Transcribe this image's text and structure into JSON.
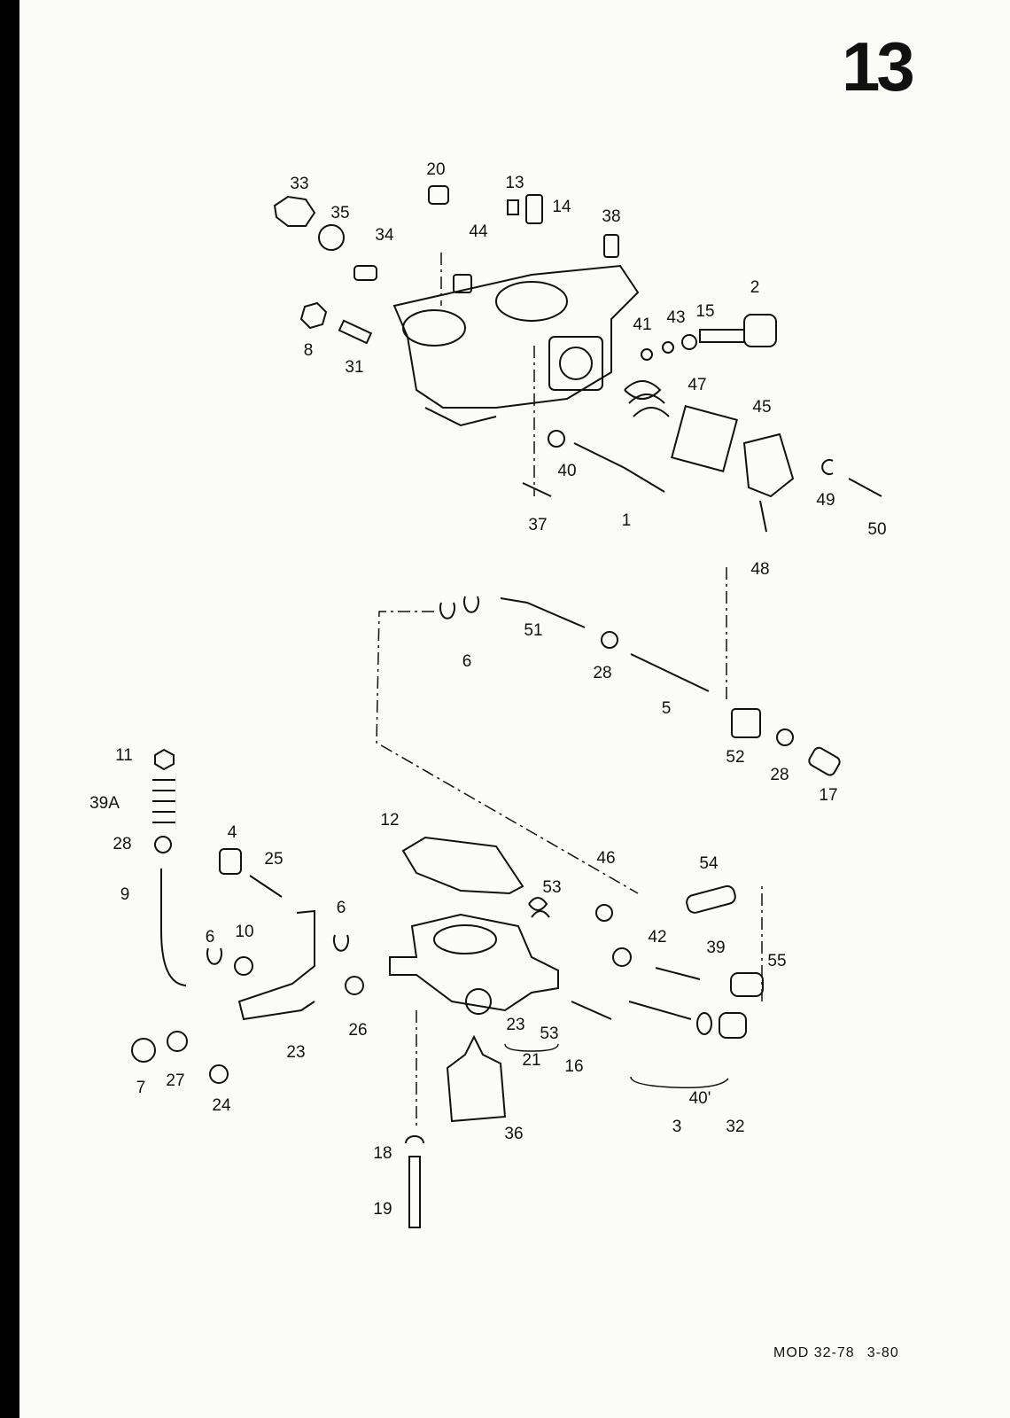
{
  "page_number": "13",
  "footer": {
    "model": "MOD 32-78",
    "date": "3-80"
  },
  "part_labels": [
    "33",
    "35",
    "34",
    "20",
    "13",
    "14",
    "38",
    "44",
    "2",
    "41",
    "43",
    "15",
    "8",
    "31",
    "47",
    "45",
    "40",
    "49",
    "50",
    "37",
    "1",
    "48",
    "51",
    "6",
    "28",
    "5",
    "52",
    "28",
    "17",
    "11",
    "39A",
    "28",
    "9",
    "4",
    "25",
    "12",
    "46",
    "54",
    "53",
    "6",
    "10",
    "6",
    "42",
    "39",
    "55",
    "26",
    "23",
    "53",
    "21",
    "16",
    "23",
    "7",
    "27",
    "24",
    "40'",
    "3",
    "32",
    "36",
    "18",
    "19"
  ]
}
